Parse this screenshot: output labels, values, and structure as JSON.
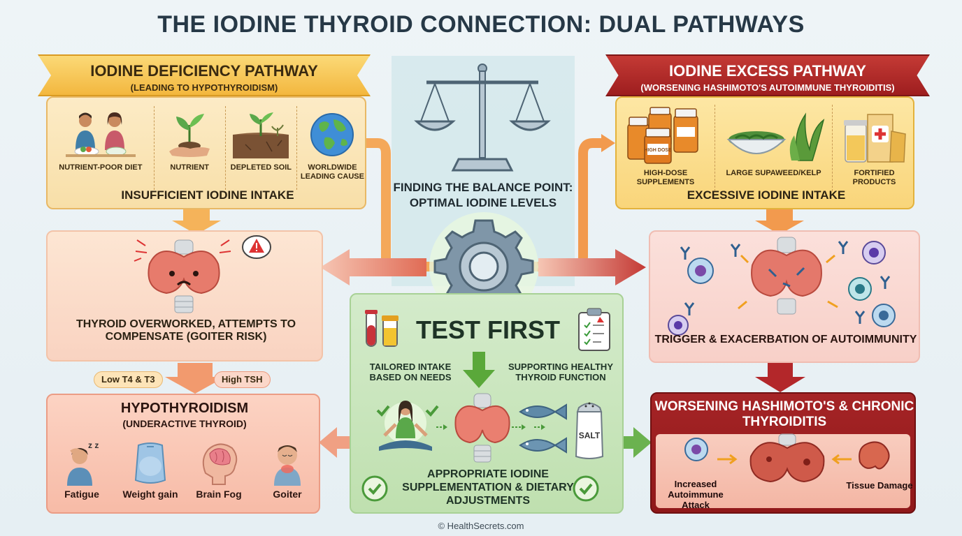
{
  "title": "THE IODINE THYROID CONNECTION: DUAL PATHWAYS",
  "deficiency": {
    "banner_title": "IODINE DEFICIENCY PATHWAY",
    "banner_subtitle": "(LEADING TO HYPOTHYROIDISM)",
    "causes": [
      "NUTRIENT-POOR DIET",
      "NUTRIENT",
      "DEPLETED SOIL",
      "WORLDWIDE LEADING CAUSE"
    ],
    "footer": "INSUFFICIENT IODINE INTAKE",
    "overworked": "THYROID OVERWORKED, ATTEMPTS TO COMPENSATE (GOITER RISK)",
    "pills": [
      "Low T4 & T3",
      "High TSH"
    ],
    "hypo_title": "HYPOTHYROIDISM",
    "hypo_subtitle": "(UNDERACTIVE THYROID)",
    "symptoms": [
      "Fatigue",
      "Weight gain",
      "Brain Fog",
      "Goiter"
    ]
  },
  "center": {
    "balance": "FINDING THE BALANCE POINT: OPTIMAL IODINE LEVELS",
    "test_first": "TEST FIRST",
    "tailored": "TAILORED INTAKE BASED ON NEEDS",
    "supporting": "SUPPORTING HEALTHY THYROID FUNCTION",
    "salt_label": "SALT",
    "appropriate": "APPROPRIATE IODINE SUPPLEMENTATION & DIETARY ADJUSTMENTS",
    "credit": "© HealthSecrets.com"
  },
  "excess": {
    "banner_title": "IODINE EXCESS PATHWAY",
    "banner_subtitle": "(WORSENING HASHIMOTO'S AUTOIMMUNE THYROIDITIS)",
    "sources": [
      "HIGH-DOSE SUPPLEMENTS",
      "LARGE SUPAWEED/KELP",
      "FORTIFIED PRODUCTS"
    ],
    "bottle_label": "HIGH DOSE",
    "footer": "EXCESSIVE IODINE INTAKE",
    "autoimmunity": "TRIGGER & EXACERBATION OF AUTOIMMUNITY",
    "hashi_title": "WORSENING HASHIMOTO'S & CHRONIC THYROIDITIS",
    "attack": "Increased Autoimmune Attack",
    "damage": "Tissue Damage"
  },
  "colors": {
    "deficiency": "#f3b73e",
    "excess": "#9e1e1f",
    "test": "#bfe0af",
    "title": "#263846"
  }
}
